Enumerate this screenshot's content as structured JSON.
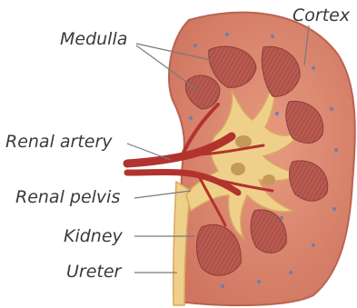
{
  "labels": {
    "medulla": "Medulla",
    "cortex": "Cortex",
    "renal_artery": "Renal artery",
    "renal_pelvis": "Renal pelvis",
    "kidney": "Kidney",
    "ureter": "Ureter"
  },
  "colors": {
    "cortex": "#d9806a",
    "cortex_edge": "#c06a55",
    "medulla": "#b85a50",
    "medulla_stripe": "#9c4440",
    "pelvis": "#efd08a",
    "pelvis_edge": "#d8a860",
    "artery": "#b2332e",
    "leader_line": "#7a7a7a",
    "text": "#3a3a3a"
  }
}
